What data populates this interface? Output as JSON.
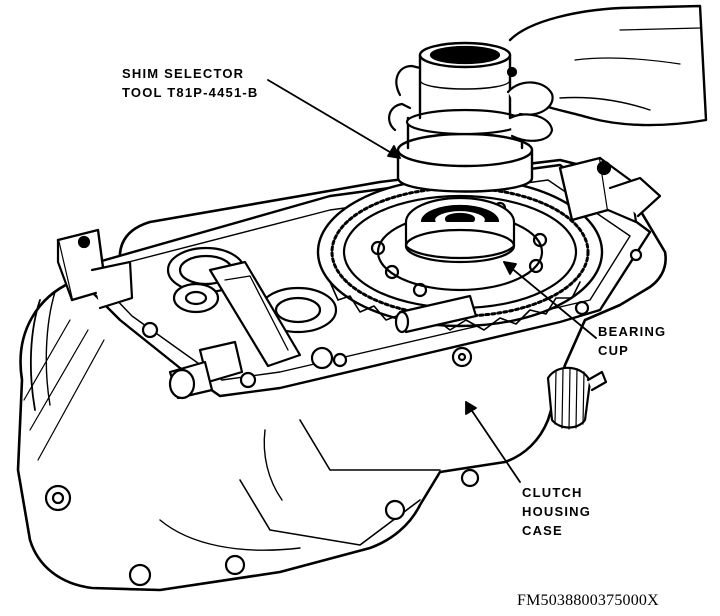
{
  "figure": {
    "code": "FM5038800375000X",
    "colors": {
      "ink": "#000000",
      "paper": "#ffffff"
    },
    "callouts": {
      "shim_selector": {
        "line1": "SHIM SELECTOR",
        "line2": "TOOL T81P-4451-B"
      },
      "bearing_cup": {
        "line1": "BEARING",
        "line2": "CUP"
      },
      "clutch_housing": {
        "line1": "CLUTCH",
        "line2": "HOUSING",
        "line3": "CASE"
      }
    }
  }
}
